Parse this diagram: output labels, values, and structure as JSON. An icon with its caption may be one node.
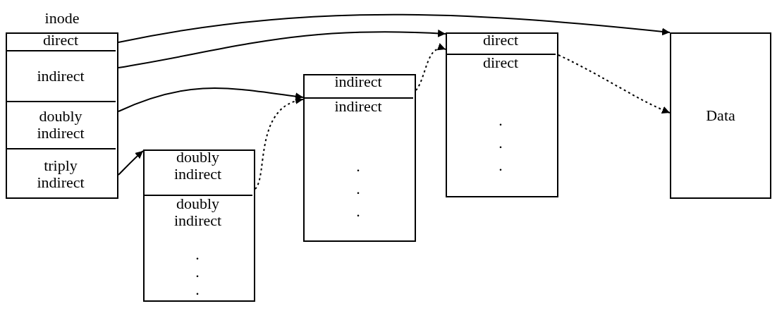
{
  "diagram": {
    "nodes": [
      {
        "text": [
          "inode"
        ]
      },
      {
        "text": [
          "direct"
        ],
        "in": 0
      },
      {
        "text": [
          "indirect"
        ],
        "in": 0
      },
      {
        "text": [
          "doubly indirect"
        ],
        "in": 0
      },
      {
        "text": [
          "triply indirect"
        ],
        "in": 0
      },
      {
        "text": [],
        "shape": "box"
      },
      {
        "text": [
          "doubly indirect"
        ],
        "in": 5
      },
      {
        "text": [
          "doubly indirect"
        ],
        "in": 5
      },
      {
        "text": [],
        "shape": "box"
      },
      {
        "text": [
          "indirect"
        ],
        "in": 8
      },
      {
        "text": [
          "indirect"
        ],
        "in": 8
      },
      {
        "text": [],
        "shape": "box"
      },
      {
        "text": [
          "direct"
        ],
        "in": 11
      },
      {
        "text": [
          "direct"
        ],
        "in": 11
      },
      {
        "text": [
          "Data"
        ]
      }
    ],
    "edges": [
      {
        "from": 1,
        "to": 14,
        "arrow": "to"
      },
      {
        "from": 2,
        "to": 11,
        "arrow": "to"
      },
      {
        "from": 3,
        "to": 8,
        "arrow": "to"
      },
      {
        "from": 4,
        "to": 5,
        "arrow": "to"
      },
      {
        "from": 6,
        "to": 8,
        "arrow": "to",
        "style": "dashed"
      },
      {
        "from": 9,
        "to": 11,
        "arrow": "to",
        "style": "dashed"
      },
      {
        "from": 12,
        "to": 14,
        "arrow": "to",
        "style": "dashed"
      }
    ],
    "labels": [
      ".",
      ".",
      ".",
      ".",
      ".",
      ".",
      ".",
      ".",
      "."
    ]
  }
}
